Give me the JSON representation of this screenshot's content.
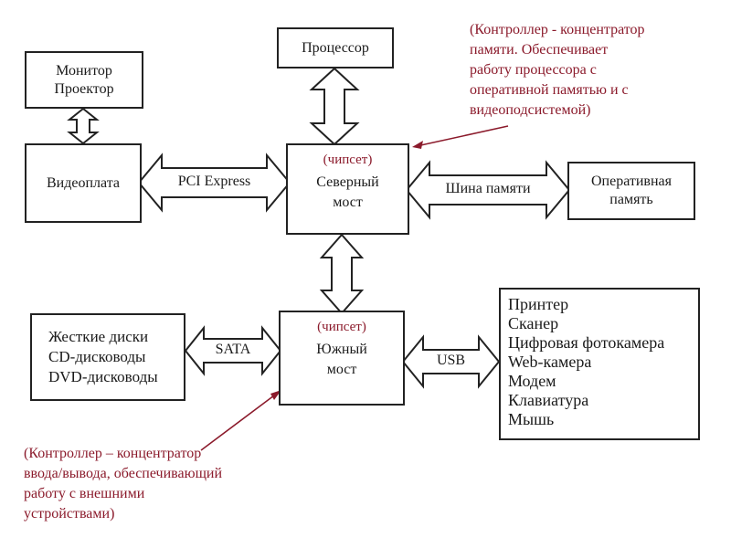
{
  "boxes": {
    "monitor": [
      "Монитор",
      "Проектор"
    ],
    "processor": "Процессор",
    "video_card": "Видеоплата",
    "north_bridge": {
      "chipset": "(чипсет)",
      "name": [
        "Северный",
        "мост"
      ]
    },
    "south_bridge": {
      "chipset": "(чипсет)",
      "name": [
        "Южный",
        "мост"
      ]
    },
    "ram": [
      "Оперативная",
      "память"
    ],
    "storage": [
      "Жесткие диски",
      "CD-дисководы",
      "DVD-дисководы"
    ],
    "peripherals": [
      "Принтер",
      "Сканер",
      "Цифровая фотокамера",
      "Web-камера",
      "Модем",
      "Клавиатура",
      "Мышь"
    ]
  },
  "links": {
    "pci_express": "PCI Express",
    "memory_bus": "Шина памяти",
    "sata": "SATA",
    "usb": "USB"
  },
  "notes": {
    "north": [
      "(Контроллер - концентратор",
      "памяти. Обеспечивает",
      "работу процессора с",
      "оперативной памятью и с",
      "видеоподсистемой)"
    ],
    "south": [
      "(Контроллер – концентратор",
      "ввода/вывода, обеспечивающий",
      "работу с внешними",
      "устройствами)"
    ]
  },
  "colors": {
    "note": "#8b1a2b",
    "stroke": "#222222"
  }
}
